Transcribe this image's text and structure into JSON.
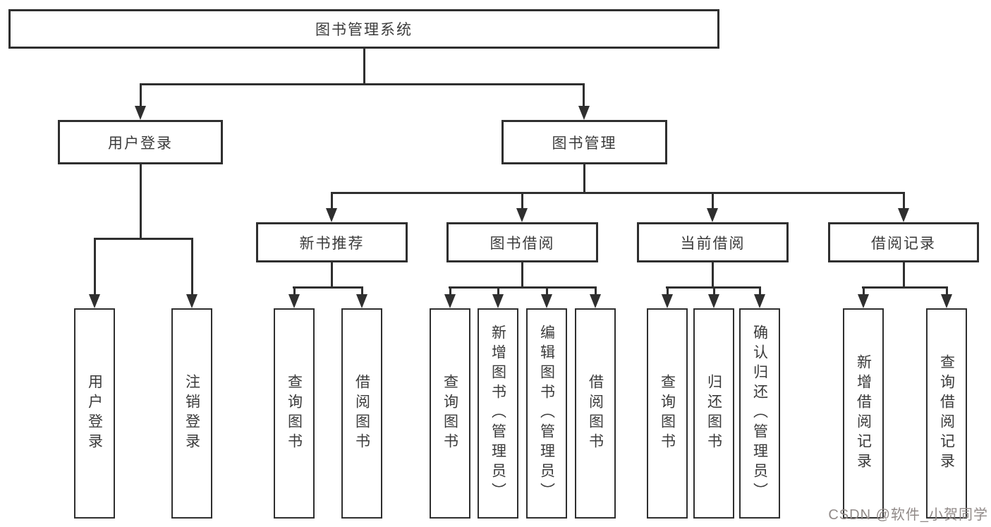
{
  "diagram": {
    "root": {
      "label": "图书管理系统"
    },
    "level2": [
      {
        "label": "用户登录"
      },
      {
        "label": "图书管理"
      }
    ],
    "level3": [
      {
        "label": "新书推荐"
      },
      {
        "label": "图书借阅"
      },
      {
        "label": "当前借阅"
      },
      {
        "label": "借阅记录"
      }
    ],
    "leaves": {
      "user_login": [
        "用户登录",
        "注销登录"
      ],
      "new_books": [
        "查询图书",
        "借阅图书"
      ],
      "book_borrow": [
        "查询图书",
        "新增图书（管理员）",
        "编辑图书（管理员）",
        "借阅图书"
      ],
      "current_borrow": [
        "查询图书",
        "归还图书",
        "确认归还（管理员）"
      ],
      "borrow_records": [
        "新增借阅记录",
        "查询借阅记录"
      ]
    }
  },
  "watermark": {
    "text": "CSDN @软件_小贺同学",
    "color": "#918a88"
  },
  "colors": {
    "box_border": "#2f2f2f",
    "connector_line": "#2f2f2f",
    "text": "#3b3b3b",
    "background": "#ffffff"
  }
}
